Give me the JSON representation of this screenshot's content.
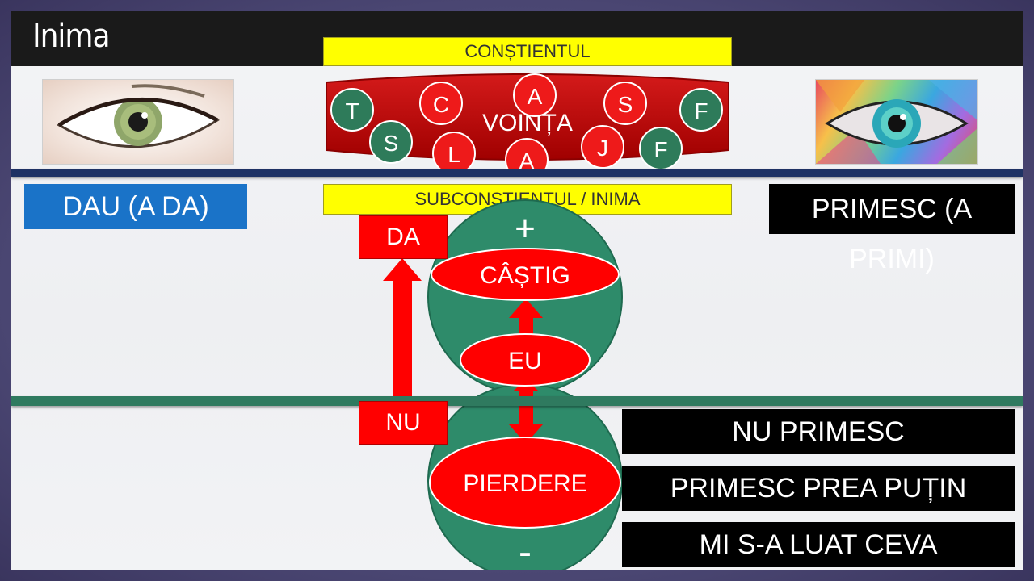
{
  "title": "Inima",
  "top_label": "CONȘTIENTUL",
  "middle_label": "SUBCONȘTIENTUL / INIMA",
  "will": {
    "center_label": "VOINȚA",
    "letters": [
      "T",
      "C",
      "A",
      "S",
      "F",
      "S",
      "L",
      "A",
      "J",
      "F"
    ]
  },
  "left_box": "DAU (A DA)",
  "right_box": "PRIMESC (A PRIMI)",
  "yes_box": "DA",
  "no_box": "NU",
  "plus_sign": "+",
  "minus_sign": "-",
  "gain_label": "CÂȘTIG",
  "self_label": "EU",
  "loss_label": "PIERDERE",
  "loss_items": [
    "NU PRIMESC",
    "PRIMESC PREA PUȚIN",
    "MI S-A LUAT CEVA"
  ],
  "colors": {
    "title_bar": "#1a1a1a",
    "yellow": "#ffff00",
    "red": "#ff0000",
    "dark_red": "#c00000",
    "green_circle": "#2e8b6a",
    "blue_box": "#1a73c8",
    "blue_line": "#1e3264",
    "green_line": "#2f7a5f"
  }
}
